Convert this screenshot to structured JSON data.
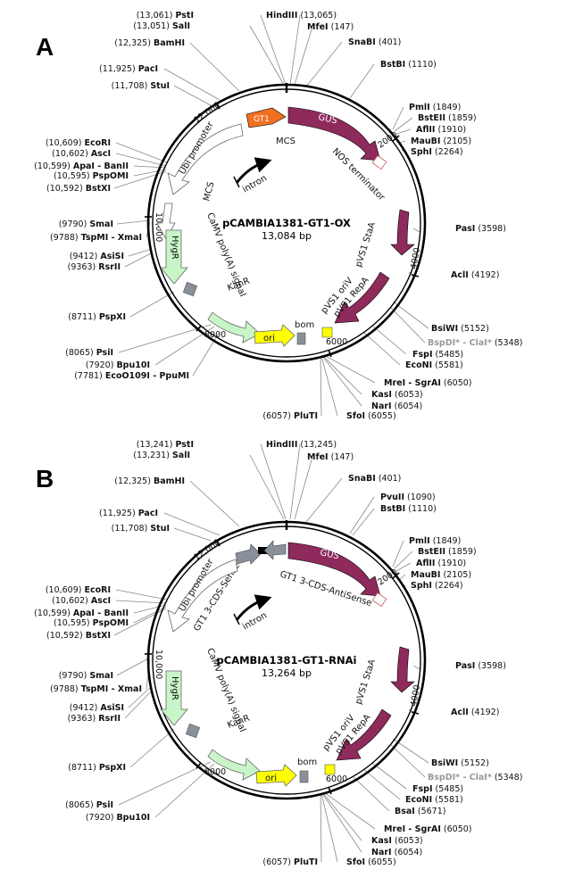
{
  "panels": [
    {
      "letter": "A",
      "title": "pCAMBIA1381-GT1-OX",
      "size": "13,084 bp",
      "positions": [
        "2000",
        "4000",
        "6000",
        "8000",
        "10,000",
        "12,000"
      ],
      "features": {
        "gt1": "GT1",
        "gus": "GUS",
        "mcs_top": "MCS",
        "nos": "NOS terminator",
        "intron": "intron",
        "ubi": "Ubi promoter",
        "mcs_left": "MCS",
        "hygr": "HygR",
        "camv": "CaMV poly(A) signal",
        "kanr": "KanR",
        "ori": "ori",
        "bom": "bom",
        "pvs1_stab": "pVS1 StaA",
        "pvs1_oriv": "pVS1 oriV",
        "pvs1_repa": "pVS1 RepA"
      },
      "sites": {
        "left": [
          {
            "pos": "(13,061)",
            "name": "PstI"
          },
          {
            "pos": "(13,051)",
            "name": "SalI"
          },
          {
            "pos": "(12,325)",
            "name": "BamHI"
          },
          {
            "pos": "(11,925)",
            "name": "PacI"
          },
          {
            "pos": "(11,708)",
            "name": "StuI"
          },
          {
            "pos": "(10,609)",
            "name": "EcoRI"
          },
          {
            "pos": "(10,602)",
            "name": "AscI"
          },
          {
            "pos": "(10,599)",
            "name": "ApaI - BanII"
          },
          {
            "pos": "(10,595)",
            "name": "PspOMI"
          },
          {
            "pos": "(10,592)",
            "name": "BstXI"
          },
          {
            "pos": "(9790)",
            "name": "SmaI"
          },
          {
            "pos": "(9788)",
            "name": "TspMI - XmaI"
          },
          {
            "pos": "(9412)",
            "name": "AsiSI"
          },
          {
            "pos": "(9363)",
            "name": "RsrII"
          },
          {
            "pos": "(8711)",
            "name": "PspXI"
          },
          {
            "pos": "(8065)",
            "name": "PsiI"
          },
          {
            "pos": "(7920)",
            "name": "Bpu10I"
          },
          {
            "pos": "(7781)",
            "name": "EcoO109I - PpuMI"
          }
        ],
        "right": [
          {
            "name": "HindIII",
            "pos": "(13,065)"
          },
          {
            "name": "MfeI",
            "pos": "(147)"
          },
          {
            "name": "SnaBI",
            "pos": "(401)"
          },
          {
            "name": "BstBI",
            "pos": "(1110)"
          },
          {
            "name": "PmlI",
            "pos": "(1849)"
          },
          {
            "name": "BstEII",
            "pos": "(1859)"
          },
          {
            "name": "AflII",
            "pos": "(1910)"
          },
          {
            "name": "MauBI",
            "pos": "(2105)"
          },
          {
            "name": "SphI",
            "pos": "(2264)"
          },
          {
            "name": "PasI",
            "pos": "(3598)"
          },
          {
            "name": "AclI",
            "pos": "(4192)"
          },
          {
            "name": "BsiWI",
            "pos": "(5152)"
          },
          {
            "name": "BspDI* - ClaI*",
            "pos": "(5348)"
          },
          {
            "name": "FspI",
            "pos": "(5485)"
          },
          {
            "name": "EcoNI",
            "pos": "(5581)"
          },
          {
            "name": "MreI - SgrAI",
            "pos": "(6050)"
          },
          {
            "name": "KasI",
            "pos": "(6053)"
          },
          {
            "name": "NarI",
            "pos": "(6054)"
          },
          {
            "name": "SfoI",
            "pos": "(6055)"
          },
          {
            "pos": "(6057)",
            "name": "PluTI"
          }
        ]
      }
    },
    {
      "letter": "B",
      "title": "pCAMBIA1381-GT1-RNAi",
      "size": "13,264 bp",
      "positions": [
        "2000",
        "4000",
        "6000",
        "8000",
        "10,000",
        "12,000"
      ],
      "features": {
        "gus": "GUS",
        "sense": "GT1 3-CDS-Sense",
        "antisense": "GT1 3-CDS-AntiSense",
        "intron": "intron",
        "ubi": "Ubi promoter",
        "hygr": "HygR",
        "camv": "CaMV poly(A) signal",
        "kanr": "KanR",
        "ori": "ori",
        "bom": "bom",
        "pvs1_stab": "pVS1 StaA",
        "pvs1_oriv": "pVS1 oriV",
        "pvs1_repa": "pVS1 RepA"
      },
      "sites": {
        "left": [
          {
            "pos": "(13,241)",
            "name": "PstI"
          },
          {
            "pos": "(13,231)",
            "name": "SalI"
          },
          {
            "pos": "(12,325)",
            "name": "BamHI"
          },
          {
            "pos": "(11,925)",
            "name": "PacI"
          },
          {
            "pos": "(11,708)",
            "name": "StuI"
          },
          {
            "pos": "(10,609)",
            "name": "EcoRI"
          },
          {
            "pos": "(10,602)",
            "name": "AscI"
          },
          {
            "pos": "(10,599)",
            "name": "ApaI - BanII"
          },
          {
            "pos": "(10,595)",
            "name": "PspOMI"
          },
          {
            "pos": "(10,592)",
            "name": "BstXI"
          },
          {
            "pos": "(9790)",
            "name": "SmaI"
          },
          {
            "pos": "(9788)",
            "name": "TspMI - XmaI"
          },
          {
            "pos": "(9412)",
            "name": "AsiSI"
          },
          {
            "pos": "(9363)",
            "name": "RsrII"
          },
          {
            "pos": "(8711)",
            "name": "PspXI"
          },
          {
            "pos": "(8065)",
            "name": "PsiI"
          },
          {
            "pos": "(7920)",
            "name": "Bpu10I"
          }
        ],
        "right": [
          {
            "name": "HindIII",
            "pos": "(13,245)"
          },
          {
            "name": "MfeI",
            "pos": "(147)"
          },
          {
            "name": "SnaBI",
            "pos": "(401)"
          },
          {
            "name": "PvuII",
            "pos": "(1090)"
          },
          {
            "name": "BstBI",
            "pos": "(1110)"
          },
          {
            "name": "PmlI",
            "pos": "(1849)"
          },
          {
            "name": "BstEII",
            "pos": "(1859)"
          },
          {
            "name": "AflII",
            "pos": "(1910)"
          },
          {
            "name": "MauBI",
            "pos": "(2105)"
          },
          {
            "name": "SphI",
            "pos": "(2264)"
          },
          {
            "name": "PasI",
            "pos": "(3598)"
          },
          {
            "name": "AclI",
            "pos": "(4192)"
          },
          {
            "name": "BsiWI",
            "pos": "(5152)"
          },
          {
            "name": "BspDI* - ClaI*",
            "pos": "(5348)"
          },
          {
            "name": "FspI",
            "pos": "(5485)"
          },
          {
            "name": "EcoNI",
            "pos": "(5581)"
          },
          {
            "name": "BsaI",
            "pos": "(5671)"
          },
          {
            "name": "MreI - SgrAI",
            "pos": "(6050)"
          },
          {
            "name": "KasI",
            "pos": "(6053)"
          },
          {
            "name": "NarI",
            "pos": "(6054)"
          },
          {
            "name": "SfoI",
            "pos": "(6055)"
          },
          {
            "pos": "(6057)",
            "name": "PluTI"
          }
        ]
      }
    }
  ],
  "colors": {
    "gus": "#8e2a5c",
    "gt1": "#f07020",
    "hygr": "#c8f5c8",
    "kanr": "#c8f5c8",
    "ori": "#ffff00",
    "grey_box": "#8a9099",
    "backbone": "#000000"
  }
}
